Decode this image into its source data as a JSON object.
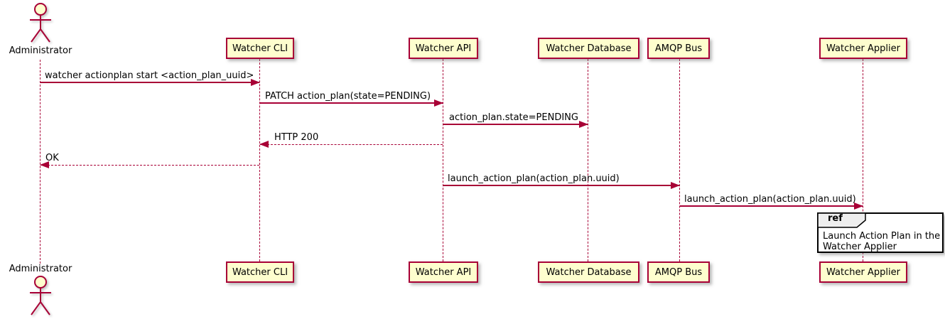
{
  "diagram": {
    "type": "sequence-diagram",
    "actor": {
      "name": "Administrator"
    },
    "participants": [
      {
        "id": "watcher-cli",
        "label": "Watcher CLI"
      },
      {
        "id": "watcher-api",
        "label": "Watcher API"
      },
      {
        "id": "watcher-database",
        "label": "Watcher Database"
      },
      {
        "id": "amqp-bus",
        "label": "AMQP Bus"
      },
      {
        "id": "watcher-applier",
        "label": "Watcher Applier"
      }
    ],
    "messages": [
      {
        "from": "Administrator",
        "to": "Watcher CLI",
        "label": "watcher actionplan start <action_plan_uuid>",
        "style": "solid",
        "direction": "right"
      },
      {
        "from": "Watcher CLI",
        "to": "Watcher API",
        "label": "PATCH action_plan(state=PENDING)",
        "style": "solid",
        "direction": "right"
      },
      {
        "from": "Watcher API",
        "to": "Watcher Database",
        "label": "action_plan.state=PENDING",
        "style": "solid",
        "direction": "right"
      },
      {
        "from": "Watcher API",
        "to": "Watcher CLI",
        "label": "HTTP 200",
        "style": "dashed",
        "direction": "left"
      },
      {
        "from": "Watcher CLI",
        "to": "Administrator",
        "label": "OK",
        "style": "dashed",
        "direction": "left"
      },
      {
        "from": "Watcher API",
        "to": "AMQP Bus",
        "label": "launch_action_plan(action_plan.uuid)",
        "style": "solid",
        "direction": "right"
      },
      {
        "from": "AMQP Bus",
        "to": "Watcher Applier",
        "label": "launch_action_plan(action_plan.uuid)",
        "style": "solid",
        "direction": "right"
      }
    ],
    "ref": {
      "keyword": "ref",
      "lines": [
        "Launch Action Plan in the",
        "Watcher Applier"
      ],
      "over": "Watcher Applier"
    },
    "colors": {
      "accent": "#A80036",
      "participant_fill": "#FEFECE",
      "ref_header_fill": "#EEEEEE",
      "ref_border": "#000000",
      "text": "#000000",
      "background": "#FFFFFF"
    }
  }
}
